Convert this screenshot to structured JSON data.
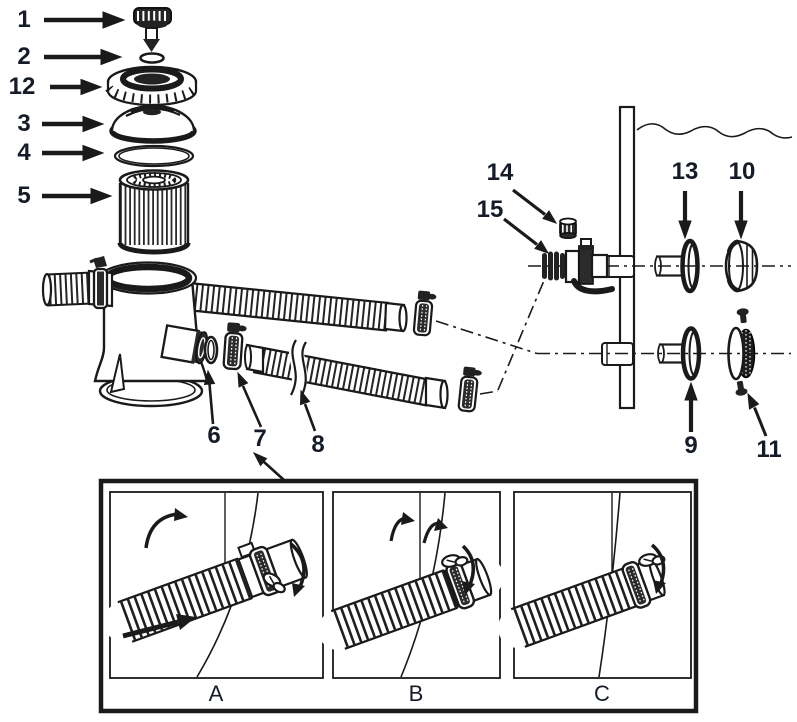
{
  "colors": {
    "line": "#1a1a1a",
    "label": "#151c28",
    "background": "#ffffff",
    "dark_fill": "#2b2b2b"
  },
  "part_labels": [
    {
      "text": "1",
      "part": "air-release-valve"
    },
    {
      "text": "2",
      "part": "valve-o-ring"
    },
    {
      "text": "12",
      "part": "filter-housing-lid-ring"
    },
    {
      "text": "3",
      "part": "filter-cover-dome"
    },
    {
      "text": "4",
      "part": "cover-o-ring"
    },
    {
      "text": "5",
      "part": "filter-cartridge"
    },
    {
      "text": "6",
      "part": "outlet-o-ring"
    },
    {
      "text": "7",
      "part": "hose-clamp"
    },
    {
      "text": "8",
      "part": "corrugated-hose"
    },
    {
      "text": "9",
      "part": "lower-wall-connector"
    },
    {
      "text": "10",
      "part": "strainer-nut"
    },
    {
      "text": "11",
      "part": "strainer-grid"
    },
    {
      "text": "13",
      "part": "upper-wall-connector"
    },
    {
      "text": "14",
      "part": "valve-cap"
    },
    {
      "text": "15",
      "part": "plunger-valve"
    }
  ],
  "inset": {
    "panels": [
      {
        "label": "A"
      },
      {
        "label": "B"
      },
      {
        "label": "C"
      }
    ]
  }
}
